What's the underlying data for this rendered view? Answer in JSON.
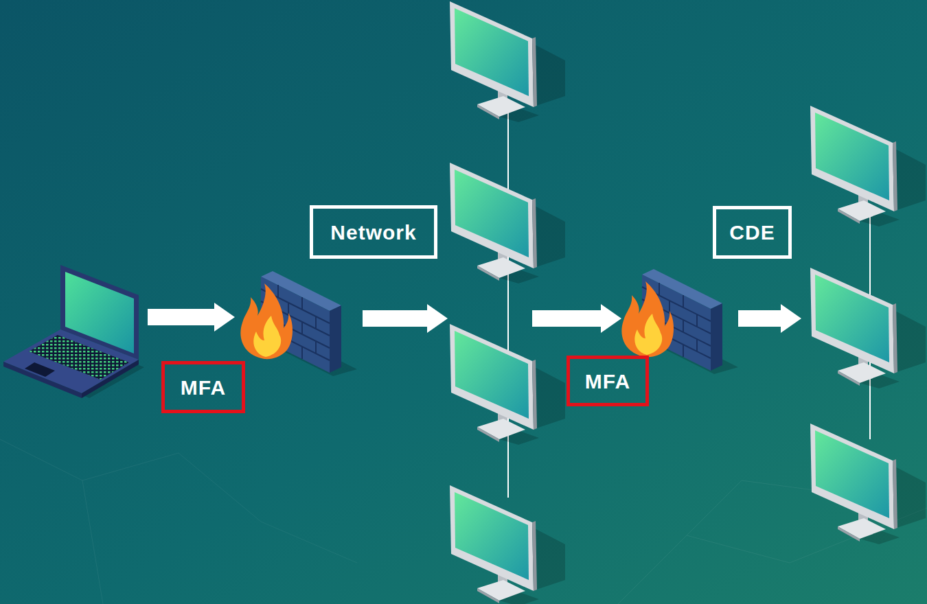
{
  "diagram": {
    "nodes": [
      {
        "text": [
          "MFA"
        ]
      },
      {
        "text": [
          "Network"
        ]
      },
      {
        "text": [
          "MFA"
        ]
      },
      {
        "text": [
          "CDE"
        ]
      }
    ]
  }
}
